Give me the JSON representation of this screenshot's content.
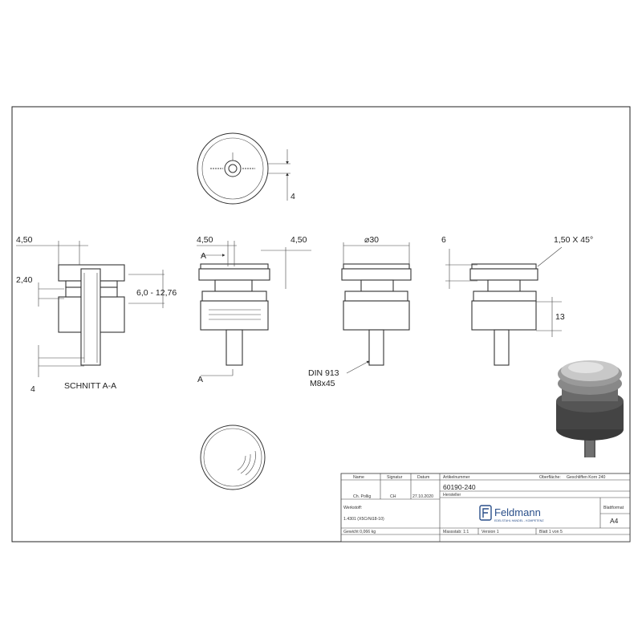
{
  "dimensions": {
    "left_top": "4,50",
    "left_mid": "2,40",
    "left_range": "6,0 - 12,76",
    "left_bottom": "4",
    "section_label": "SCHNITT A-A",
    "top_view_dim": "4",
    "front_left": "4,50",
    "front_right": "4,50",
    "section_marker_top": "A",
    "section_marker_bottom": "A",
    "diameter": "⌀30",
    "thread_line1": "DIN 913",
    "thread_line2": "M8x45",
    "side_top": "6",
    "chamfer": "1,50 X 45°",
    "side_height": "13"
  },
  "title_block": {
    "header_name": "Name",
    "header_signature": "Signatur",
    "header_date": "Datum",
    "header_article": "Artikelnummer",
    "header_surface": "Oberfläche:",
    "surface_value": "Geschliffen Korn 240",
    "drawn_by": "Ch. Pollig",
    "signature": "CH",
    "date": "27.10.2020",
    "article_number": "60190-240",
    "manufacturer_label": "Hersteller",
    "material_label": "Werkstoff:",
    "material_value": "1.4301 (X5CrNi18-10)",
    "weight": "Gewicht 0,066 kg",
    "scale": "Massstab: 1:1",
    "version": "Version 1",
    "sheet": "Blatt 1 von 5",
    "format_label": "Blattformat",
    "format_value": "A4",
    "logo_text": "Feldmann",
    "logo_tagline": "EDELSTAHL HANDEL - KOMPETENZ"
  }
}
